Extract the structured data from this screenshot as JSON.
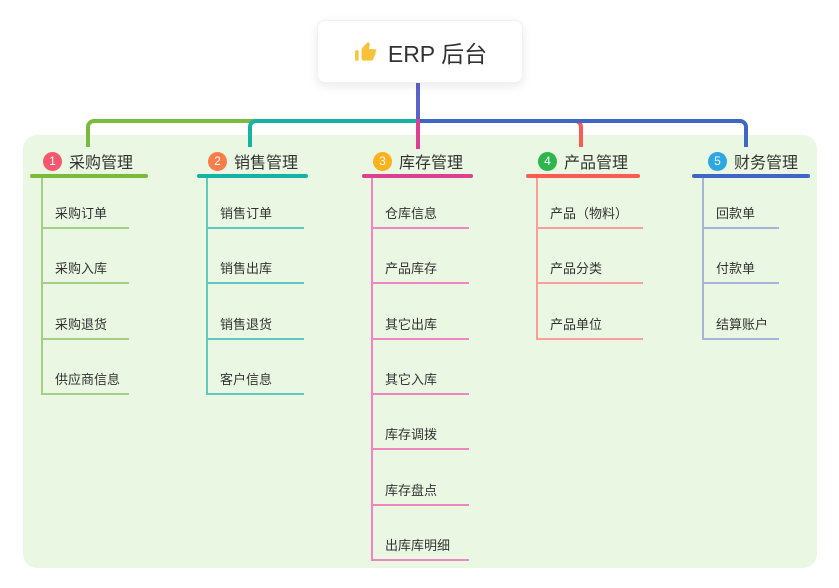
{
  "root": {
    "title": "ERP 后台",
    "icon": "thumbs-up",
    "line_color": "#5b63c8"
  },
  "panel": {
    "bg": "#eaf7e3"
  },
  "branches": [
    {
      "badge": "1",
      "label": "采购管理",
      "badge_color": "#f4586e",
      "color": "#7cba3d",
      "child_color": "#a5cf87",
      "children": [
        "采购订单",
        "采购入库",
        "采购退货",
        "供应商信息"
      ]
    },
    {
      "badge": "2",
      "label": "销售管理",
      "badge_color": "#f97c4a",
      "color": "#16b3a5",
      "child_color": "#62c8bf",
      "children": [
        "销售订单",
        "销售出库",
        "销售退货",
        "客户信息"
      ]
    },
    {
      "badge": "3",
      "label": "库存管理",
      "badge_color": "#fbb21d",
      "color": "#dd3f92",
      "child_color": "#ef86c1",
      "children": [
        "仓库信息",
        "产品库存",
        "其它出库",
        "其它入库",
        "库存调拨",
        "库存盘点",
        "出库库明细"
      ]
    },
    {
      "badge": "4",
      "label": "产品管理",
      "badge_color": "#2eb54e",
      "color": "#f95b55",
      "child_color": "#f99e9a",
      "children": [
        "产品（物料）",
        "产品分类",
        "产品单位"
      ]
    },
    {
      "badge": "5",
      "label": "财务管理",
      "badge_color": "#2ba7e1",
      "color": "#4066c5",
      "child_color": "#a5b4da",
      "children": [
        "回款单",
        "付款单",
        "结算账户"
      ]
    }
  ]
}
